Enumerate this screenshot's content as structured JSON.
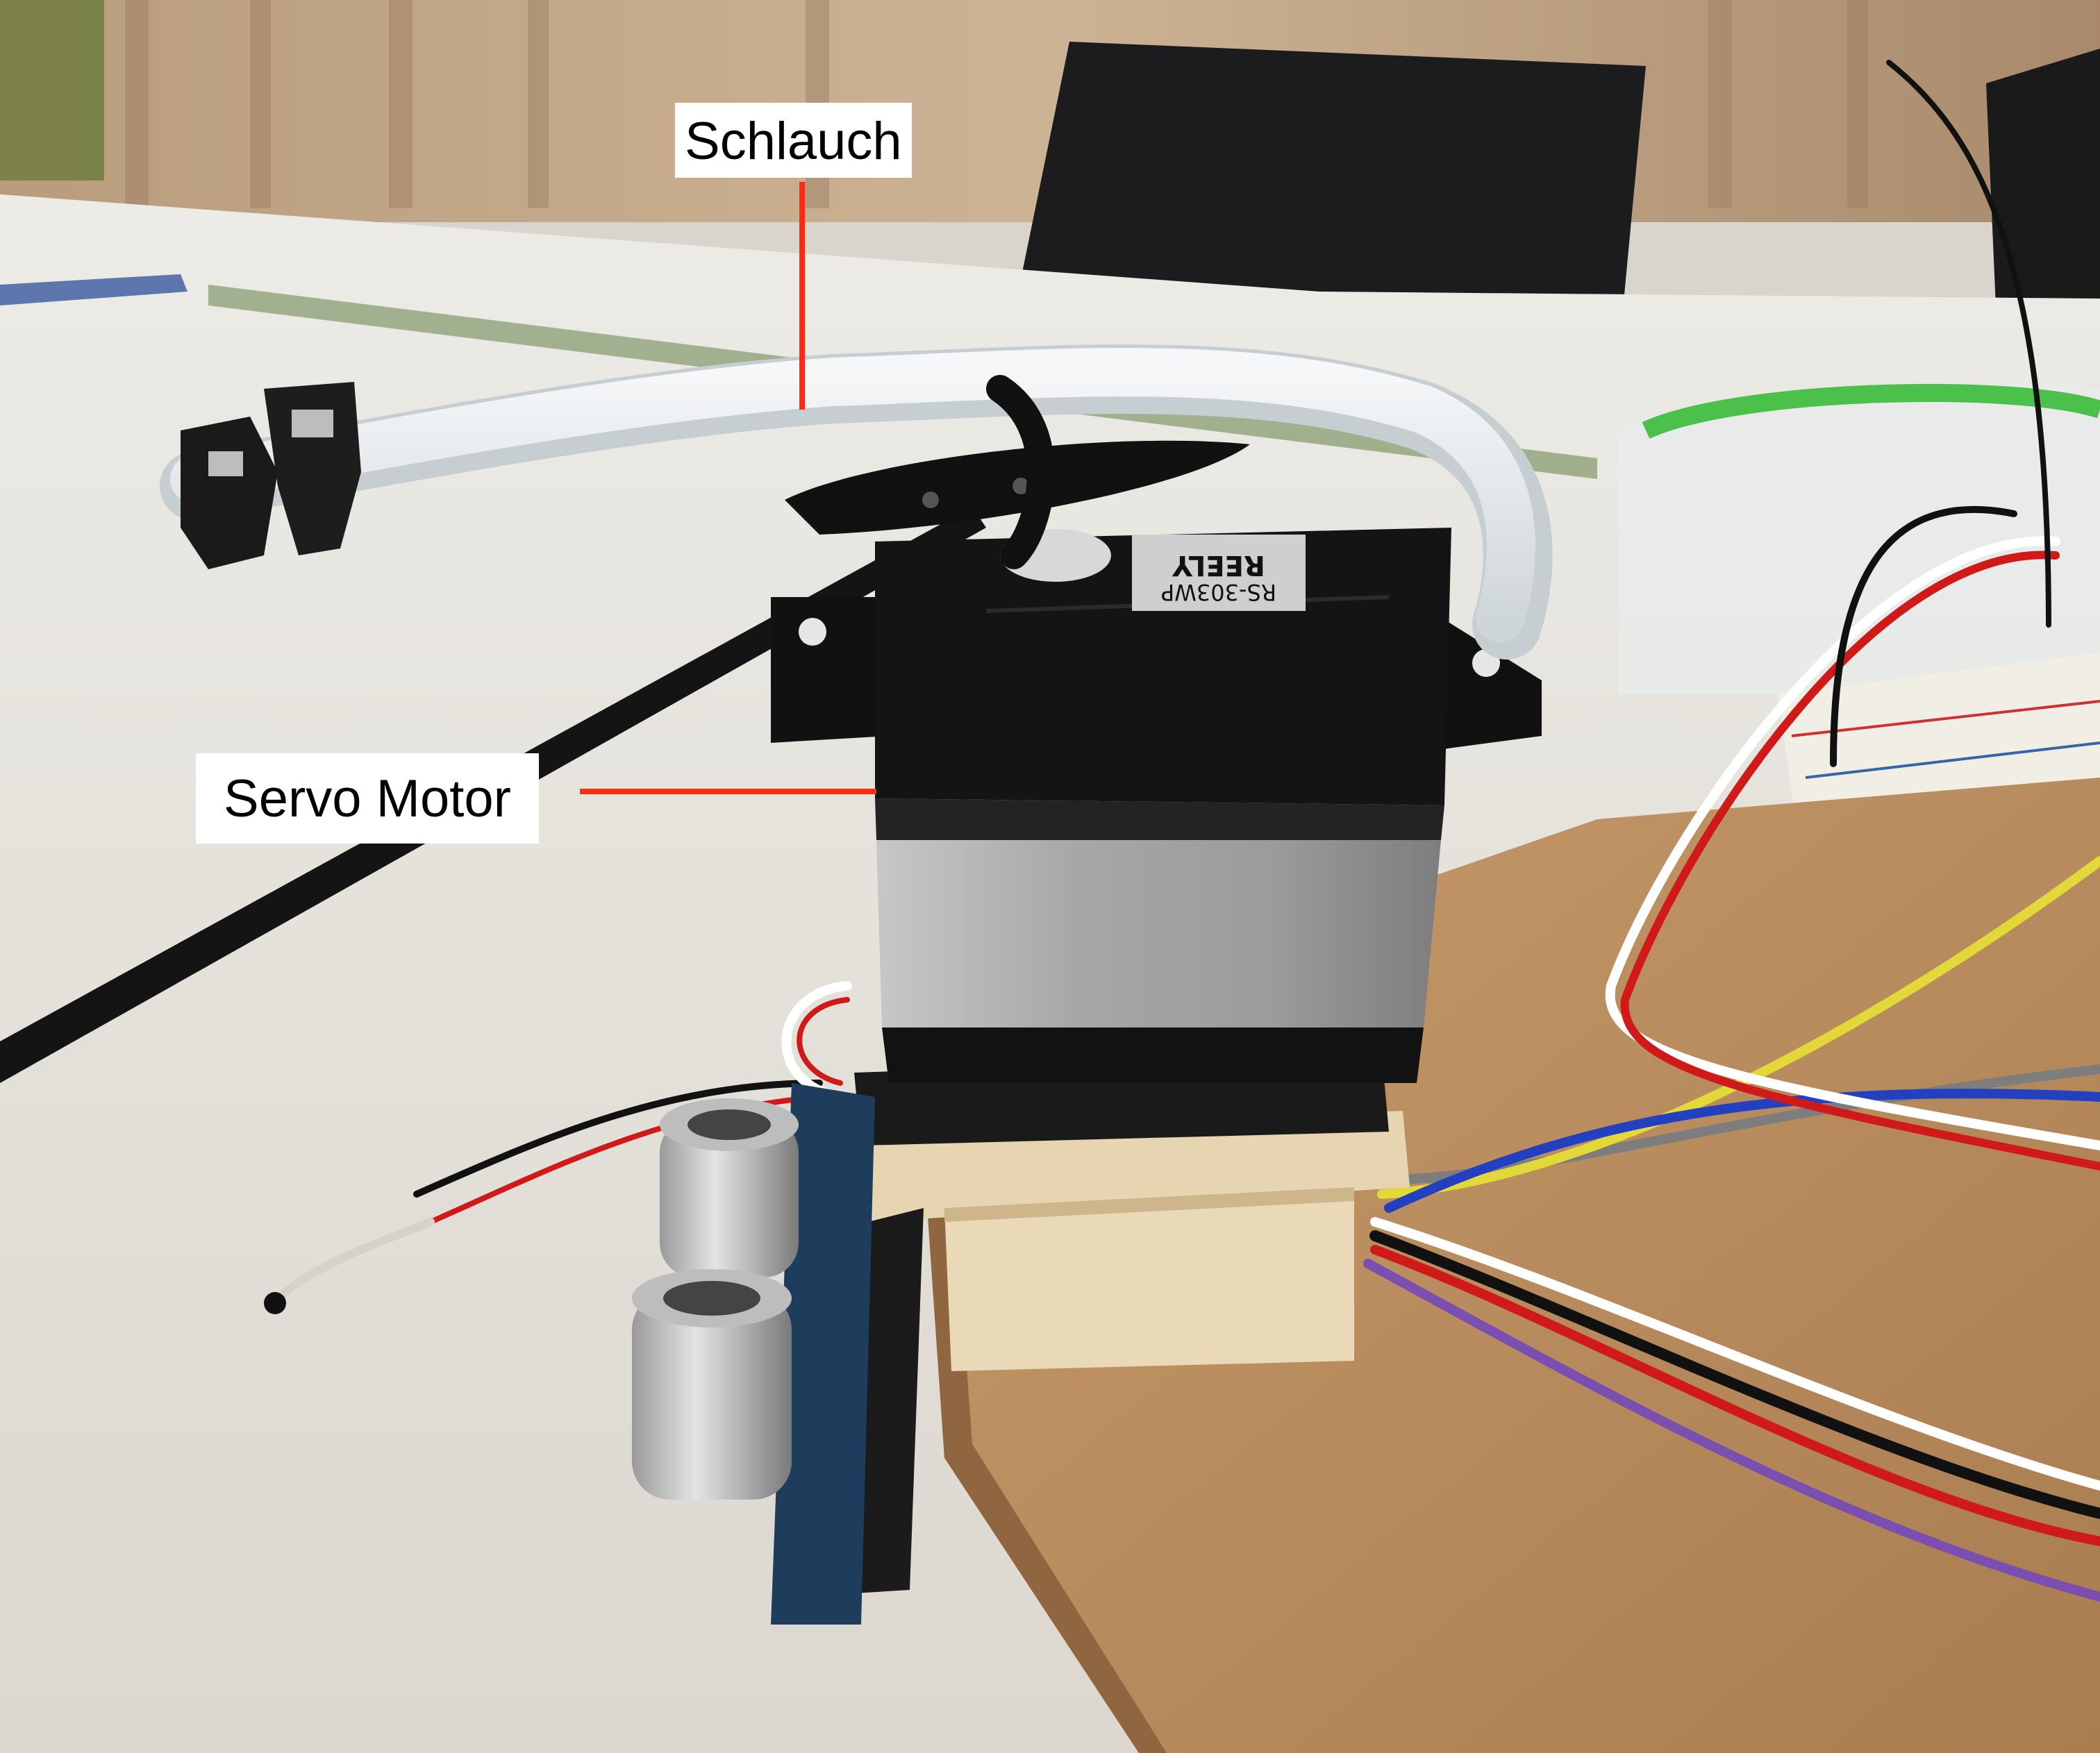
{
  "annotations": {
    "tube_label": "Schlauch",
    "servo_label": "Servo Motor"
  },
  "servo": {
    "brand_text": "REELY",
    "model_text": "RS-303WP"
  },
  "colors": {
    "annotation_line": "#ff2a12",
    "label_background": "#ffffff",
    "label_text": "#000000",
    "servo_body": "#121212",
    "servo_metal": "#a9a9a9",
    "wood_board": "#b98a5c"
  }
}
